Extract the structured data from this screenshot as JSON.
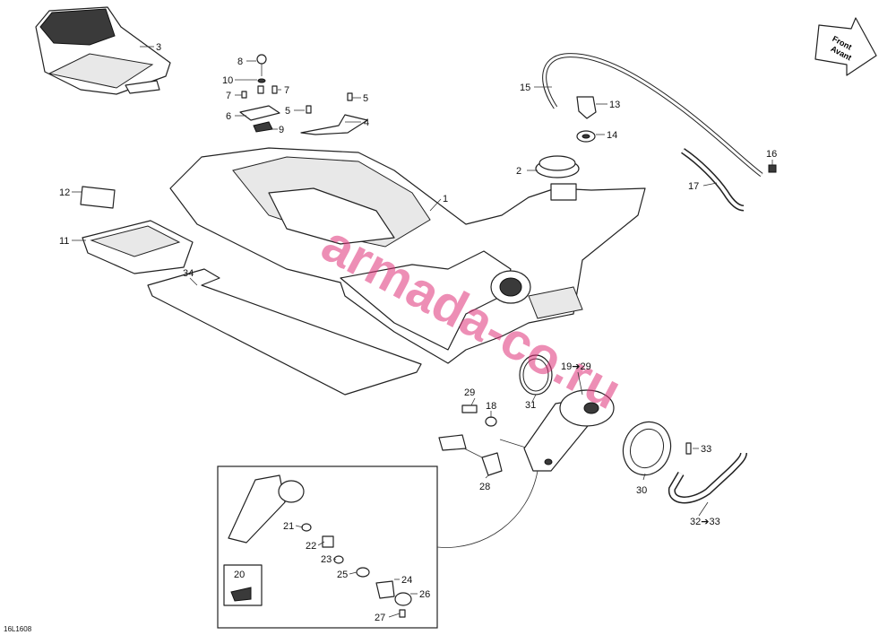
{
  "diagram_id": "16L1608",
  "watermark": "armada-co.ru",
  "direction": {
    "line1": "Front",
    "line2": "Avant"
  },
  "callouts": [
    {
      "id": "c1",
      "text": "1"
    },
    {
      "id": "c2",
      "text": "2"
    },
    {
      "id": "c3",
      "text": "3"
    },
    {
      "id": "c4",
      "text": "4"
    },
    {
      "id": "c5a",
      "text": "5"
    },
    {
      "id": "c5b",
      "text": "5"
    },
    {
      "id": "c6",
      "text": "6"
    },
    {
      "id": "c7a",
      "text": "7"
    },
    {
      "id": "c7b",
      "text": "7"
    },
    {
      "id": "c8",
      "text": "8"
    },
    {
      "id": "c9",
      "text": "9"
    },
    {
      "id": "c10",
      "text": "10"
    },
    {
      "id": "c11",
      "text": "11"
    },
    {
      "id": "c12",
      "text": "12"
    },
    {
      "id": "c13",
      "text": "13"
    },
    {
      "id": "c14",
      "text": "14"
    },
    {
      "id": "c15",
      "text": "15"
    },
    {
      "id": "c16",
      "text": "16"
    },
    {
      "id": "c17",
      "text": "17"
    },
    {
      "id": "c18",
      "text": "18"
    },
    {
      "id": "c19",
      "text": "19➔29"
    },
    {
      "id": "c20",
      "text": "20"
    },
    {
      "id": "c21",
      "text": "21"
    },
    {
      "id": "c22",
      "text": "22"
    },
    {
      "id": "c23",
      "text": "23"
    },
    {
      "id": "c24",
      "text": "24"
    },
    {
      "id": "c25",
      "text": "25"
    },
    {
      "id": "c26",
      "text": "26"
    },
    {
      "id": "c27",
      "text": "27"
    },
    {
      "id": "c28",
      "text": "28"
    },
    {
      "id": "c29",
      "text": "29"
    },
    {
      "id": "c30",
      "text": "30"
    },
    {
      "id": "c31",
      "text": "31"
    },
    {
      "id": "c32",
      "text": "32➔33"
    },
    {
      "id": "c33",
      "text": "33"
    },
    {
      "id": "c34",
      "text": "34"
    }
  ]
}
